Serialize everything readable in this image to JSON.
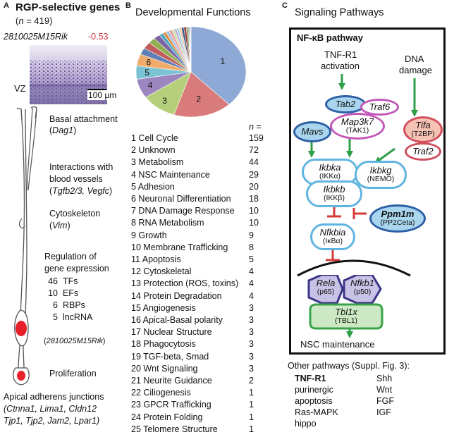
{
  "panelA": {
    "letter": "A",
    "title": "RGP-selective genes",
    "n_prefix": "(",
    "n_var": "n",
    "n_suffix": " = 419)",
    "gene_label": "2810025M15Rik",
    "gene_value": "-0.53",
    "vz_label": "VZ",
    "scale_label": "100 µm",
    "annotations": {
      "basal_title": "Basal attachment",
      "basal_gene": "Dag1",
      "vessels_line1": "Interactions with",
      "vessels_line2": "blood vessels",
      "vessels_genes": "Tgfb2/3, Vegfc",
      "cyto_title": "Cytoskeleton",
      "cyto_gene": "Vim",
      "reg_line1": "Regulation of",
      "reg_line2": "gene expression",
      "counts": [
        {
          "n": "46",
          "label": "TFs"
        },
        {
          "n": "10",
          "label": "EFs"
        },
        {
          "n": "6",
          "label": "RBPs"
        },
        {
          "n": "5",
          "label": "lncRNA"
        }
      ],
      "lnc_gene": "2810025M15Rik",
      "proliferation": "Proliferation",
      "apical_title": "Apical adherens junctions",
      "apical_line1": "Ctnna1, Lima1, Cldn12",
      "apical_line2": "Tjp1, Tjp2, Jam2, Lpar1"
    }
  },
  "panelB": {
    "letter": "B",
    "title": "Developmental Functions",
    "n_header": "n =",
    "pie_labels": [
      "1",
      "2",
      "3",
      "4",
      "5",
      "6"
    ],
    "functions": [
      {
        "num": "1",
        "name": "Cell Cycle",
        "count": "159"
      },
      {
        "num": "2",
        "name": "Unknown",
        "count": "72"
      },
      {
        "num": "3",
        "name": "Metabolism",
        "count": "44"
      },
      {
        "num": "4",
        "name": "NSC Maintenance",
        "count": "29"
      },
      {
        "num": "5",
        "name": "Adhesion",
        "count": "20"
      },
      {
        "num": "6",
        "name": "Neuronal Differentiation",
        "count": "18"
      },
      {
        "num": "7",
        "name": "DNA Damage Response",
        "count": "10"
      },
      {
        "num": "8",
        "name": "RNA Metabolism",
        "count": "10"
      },
      {
        "num": "9",
        "name": "Growth",
        "count": "9"
      },
      {
        "num": "10",
        "name": "Membrane Trafficking",
        "count": "8"
      },
      {
        "num": "11",
        "name": "Apoptosis",
        "count": "5"
      },
      {
        "num": "12",
        "name": "Cytoskeletal",
        "count": "4"
      },
      {
        "num": "13",
        "name": "Protection (ROS, toxins)",
        "count": "4"
      },
      {
        "num": "14",
        "name": "Protein Degradation",
        "count": "4"
      },
      {
        "num": "15",
        "name": "Angiogenesis",
        "count": "3"
      },
      {
        "num": "16",
        "name": "Apical-Basal polarity",
        "count": "3"
      },
      {
        "num": "17",
        "name": "Nuclear Structure",
        "count": "3"
      },
      {
        "num": "18",
        "name": "Phagocytosis",
        "count": "3"
      },
      {
        "num": "19",
        "name": "TGF-beta, Smad",
        "count": "3"
      },
      {
        "num": "20",
        "name": "Wnt Signaling",
        "count": "3"
      },
      {
        "num": "21",
        "name": "Neurite Guidance",
        "count": "2"
      },
      {
        "num": "22",
        "name": "Ciliogenesis",
        "count": "1"
      },
      {
        "num": "23",
        "name": "GPCR Trafficking",
        "count": "1"
      },
      {
        "num": "24",
        "name": "Protein Folding",
        "count": "1"
      },
      {
        "num": "25",
        "name": "Telomere Structure",
        "count": "1"
      }
    ],
    "pie_colors": [
      "#8ea9d6",
      "#d97b7b",
      "#b5cf7a",
      "#9c86c0",
      "#7cc3d4",
      "#f0ac6c",
      "#5f7fb5",
      "#c25b5b",
      "#8fae4f",
      "#7a64a3",
      "#4fa7bd",
      "#e08d3c",
      "#a9c0e3",
      "#e7a6a6",
      "#cfe0a5",
      "#bcaed6",
      "#a7d8e3",
      "#f5c9a1",
      "#395a8f",
      "#9b3c3c",
      "#6c8a36",
      "#57427d",
      "#2f8aa0",
      "#c06e1e",
      "#d7e2f2"
    ]
  },
  "panelC": {
    "letter": "C",
    "title": "Signaling Pathways",
    "box_title": "NF-κB pathway",
    "tnf_line1": "TNF-R1",
    "tnf_line2": "activation",
    "dna_line1": "DNA",
    "dna_line2": "damage",
    "nodes": {
      "tab2": "Tab2",
      "traf6": "Traf6",
      "map3k7": "Map3k7",
      "tak1": "(TAK1)",
      "tifa": "Tifa",
      "t2bp": "(T2BP)",
      "traf2": "Traf2",
      "mavs": "Mavs",
      "ikbka": "Ikbka",
      "ikka": "(IKKα)",
      "ikbkg": "Ikbkg",
      "nemo": "(NEMO)",
      "ikbkb": "Ikbkb",
      "ikkb": "(IKKβ)",
      "ppm1m": "Ppm1m",
      "pp2ceta": "(PP2Ceta)",
      "nfkbia": "Nfkbia",
      "ikba": "(IκBα)",
      "rela": "Rela",
      "p65": "(p65)",
      "nfkb1": "Nfkb1",
      "p50": "(p50)",
      "tbl1x": "Tbl1x",
      "tbl1": "(TBL1)"
    },
    "nsc": "NSC maintenance",
    "other_title": "Other pathways (Suppl. Fig. 3):",
    "other_left": [
      "TNF-R1",
      "purinergic",
      "apoptosis",
      "Ras-MAPK",
      "hippo"
    ],
    "other_right": [
      "Shh",
      "Wnt",
      "FGF",
      "IGF"
    ],
    "colors": {
      "arrow_green": "#2e9e47",
      "inhibit_red": "#d33a3a",
      "light_blue_stroke": "#5fb4e0",
      "dark_blue_stroke": "#2d5fa5",
      "red_stroke": "#d0505e",
      "purple_stroke": "#3b3588",
      "green_stroke": "#3aa34a"
    }
  }
}
